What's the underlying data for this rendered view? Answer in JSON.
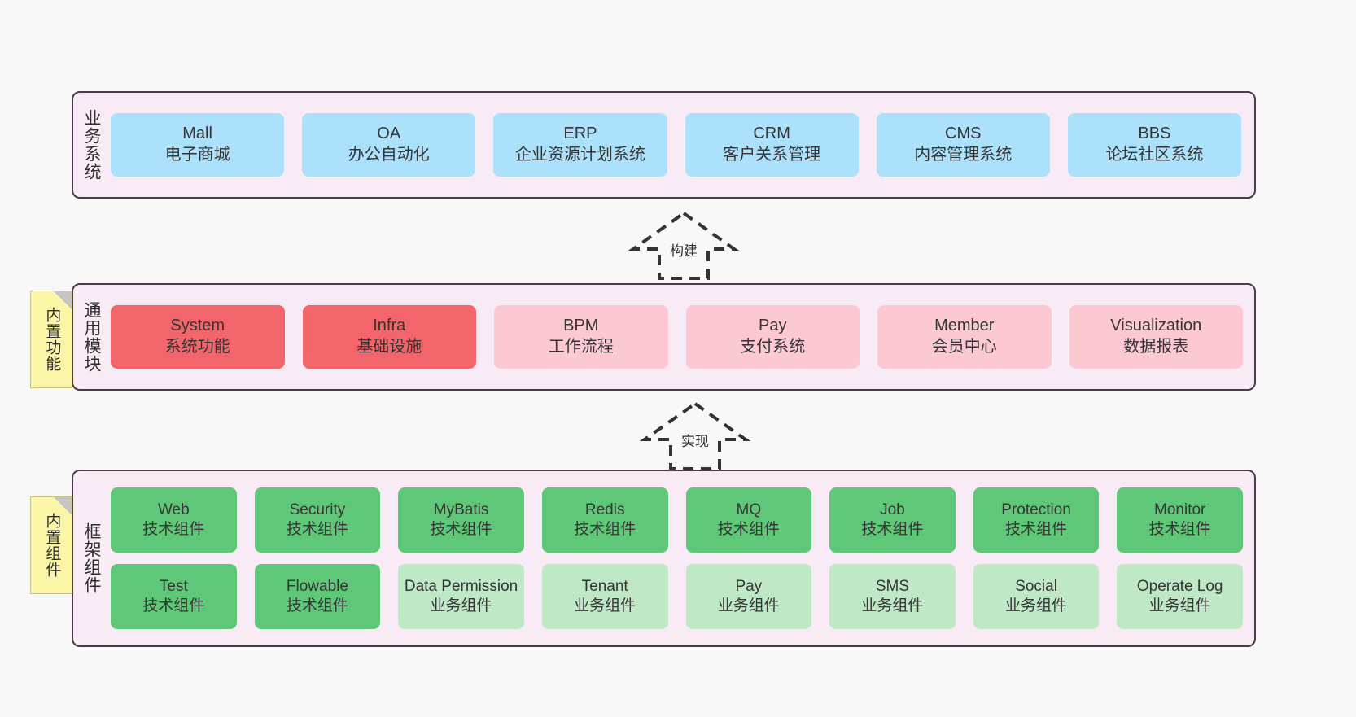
{
  "diagram": {
    "title": "ruoyi-vue-pro architecture layers",
    "background": "#f8f8f8",
    "colors": {
      "panel_bg": "#f9ebf5",
      "panel_border": "#4a3b49",
      "business_node": "#ace1fb",
      "common_core_node": "#f2656a",
      "common_node": "#fcc9d3",
      "framework_tech_node": "#5fc878",
      "framework_biz_node": "#bfe8c7",
      "note_bg": "#fbf6a7",
      "note_fold": "#c5c5c5"
    }
  },
  "layers": [
    {
      "id": "business",
      "title": "业务系统",
      "rows": [
        {
          "nodes": [
            {
              "en": "Mall",
              "cn": "电子商城",
              "style": "n-blue"
            },
            {
              "en": "OA",
              "cn": "办公自动化",
              "style": "n-blue"
            },
            {
              "en": "ERP",
              "cn": "企业资源计划系统",
              "style": "n-blue"
            },
            {
              "en": "CRM",
              "cn": "客户关系管理",
              "style": "n-blue"
            },
            {
              "en": "CMS",
              "cn": "内容管理系统",
              "style": "n-blue"
            },
            {
              "en": "BBS",
              "cn": "论坛社区系统",
              "style": "n-blue"
            }
          ]
        }
      ]
    },
    {
      "id": "common",
      "title": "通用模块",
      "note": "内置功能",
      "rows": [
        {
          "nodes": [
            {
              "en": "System",
              "cn": "系统功能",
              "style": "n-red"
            },
            {
              "en": "Infra",
              "cn": "基础设施",
              "style": "n-red"
            },
            {
              "en": "BPM",
              "cn": "工作流程",
              "style": "n-pink"
            },
            {
              "en": "Pay",
              "cn": "支付系统",
              "style": "n-pink"
            },
            {
              "en": "Member",
              "cn": "会员中心",
              "style": "n-pink"
            },
            {
              "en": "Visualization",
              "cn": "数据报表",
              "style": "n-pink"
            }
          ]
        }
      ]
    },
    {
      "id": "framework",
      "title": "框架组件",
      "note": "内置组件",
      "rows": [
        {
          "nodes": [
            {
              "en": "Web",
              "cn": "技术组件",
              "style": "n-green"
            },
            {
              "en": "Security",
              "cn": "技术组件",
              "style": "n-green"
            },
            {
              "en": "MyBatis",
              "cn": "技术组件",
              "style": "n-green"
            },
            {
              "en": "Redis",
              "cn": "技术组件",
              "style": "n-green"
            },
            {
              "en": "MQ",
              "cn": "技术组件",
              "style": "n-green"
            },
            {
              "en": "Job",
              "cn": "技术组件",
              "style": "n-green"
            },
            {
              "en": "Protection",
              "cn": "技术组件",
              "style": "n-green"
            },
            {
              "en": "Monitor",
              "cn": "技术组件",
              "style": "n-green"
            }
          ]
        },
        {
          "nodes": [
            {
              "en": "Test",
              "cn": "技术组件",
              "style": "n-green"
            },
            {
              "en": "Flowable",
              "cn": "技术组件",
              "style": "n-green"
            },
            {
              "en": "Data Permission",
              "cn": "业务组件",
              "style": "n-lightgreen"
            },
            {
              "en": "Tenant",
              "cn": "业务组件",
              "style": "n-lightgreen"
            },
            {
              "en": "Pay",
              "cn": "业务组件",
              "style": "n-lightgreen"
            },
            {
              "en": "SMS",
              "cn": "业务组件",
              "style": "n-lightgreen"
            },
            {
              "en": "Social",
              "cn": "业务组件",
              "style": "n-lightgreen"
            },
            {
              "en": "Operate Log",
              "cn": "业务组件",
              "style": "n-lightgreen"
            }
          ]
        }
      ]
    }
  ],
  "notes": [
    {
      "id": "builtin-function",
      "text": "内置功能"
    },
    {
      "id": "builtin-component",
      "text": "内置组件"
    }
  ],
  "connectors": [
    {
      "id": "build",
      "label": "构建",
      "from": "common",
      "to": "business",
      "style": "dashed-hollow-arrow"
    },
    {
      "id": "impl",
      "label": "实现",
      "from": "framework",
      "to": "common",
      "style": "dashed-hollow-arrow"
    }
  ]
}
